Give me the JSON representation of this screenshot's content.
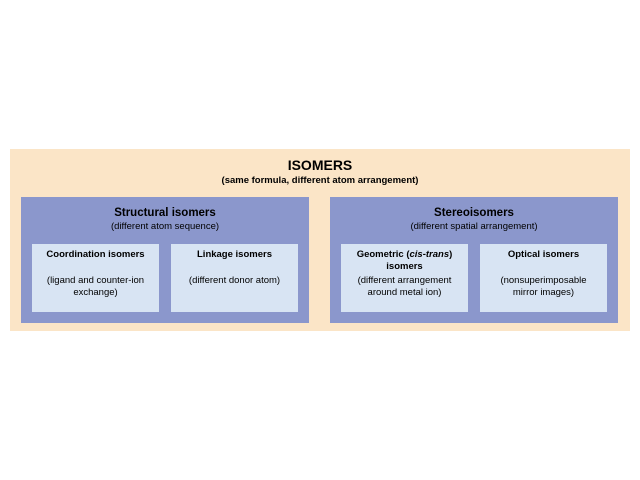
{
  "title": "ISOMERS",
  "subtitle": "(same formula, different atom arrangement)",
  "structural": {
    "title": "Structural isomers",
    "subtitle": "(different atom sequence)",
    "coordination": {
      "title": "Coordination isomers",
      "desc_line1": "(ligand and counter-ion",
      "desc_line2": "exchange)"
    },
    "linkage": {
      "title": "Linkage isomers",
      "desc_line1": "(different donor atom)"
    }
  },
  "stereo": {
    "title": "Stereoisomers",
    "subtitle": "(different spatial arrangement)",
    "geometric": {
      "title_prefix": "Geometric (",
      "title_italic": "cis-trans",
      "title_suffix": ")",
      "title_line2": "isomers",
      "desc_line1": "(different arrangement",
      "desc_line2": "around metal ion)"
    },
    "optical": {
      "title": "Optical isomers",
      "desc_line1": "(nonsuperimposable",
      "desc_line2": "mirror images)"
    }
  },
  "colors": {
    "outer_background": "#fbe5c7",
    "group_background": "#8b97cc",
    "card_background": "#d8e4f3"
  }
}
